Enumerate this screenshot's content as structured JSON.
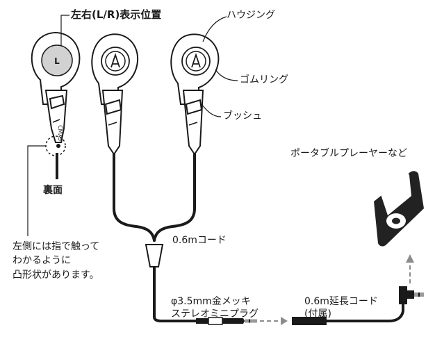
{
  "labels": {
    "lr_indicator": "左右(L/R)表示位置",
    "housing": "ハウジング",
    "rubber_ring": "ゴムリング",
    "bush": "ブッシュ",
    "back_side": "裏面",
    "left_note": "左側には指で触って\nわかるように\n凸形状があります。",
    "cord_06": "0.6mコード",
    "plug": "φ3.5mm金メッキ\nステレオミニプラグ",
    "extension": "0.6m延長コード\n(付属)",
    "portable_player": "ポータブルプレーヤーなど"
  },
  "earpiece_marks": {
    "left_mark": "L",
    "side_print": "CMX5"
  },
  "colors": {
    "line": "#1a1a1a",
    "indicator_fill": "#d2d2d2",
    "player_body": "#222222",
    "arrow_dashed": "#8c8c8c"
  }
}
